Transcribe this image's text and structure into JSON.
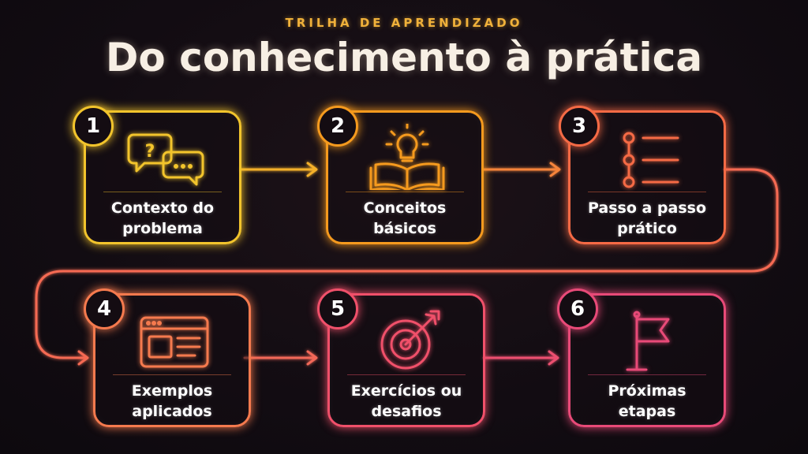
{
  "header": {
    "eyebrow": "TRILHA DE APRENDIZADO",
    "title": "Do conhecimento à prática"
  },
  "steps": [
    {
      "number": "1",
      "label": "Contexto do\nproblema",
      "icon": "chat-question-icon",
      "color": "#f2c42c"
    },
    {
      "number": "2",
      "label": "Conceitos\nbásicos",
      "icon": "lightbulb-book-icon",
      "color": "#f59a1e"
    },
    {
      "number": "3",
      "label": "Passo a passo\nprático",
      "icon": "step-list-icon",
      "color": "#f56a45"
    },
    {
      "number": "4",
      "label": "Exemplos\naplicados",
      "icon": "browser-window-icon",
      "color": "#f57a4e"
    },
    {
      "number": "5",
      "label": "Exercícios ou\ndesafios",
      "icon": "target-arrow-icon",
      "color": "#f0506a"
    },
    {
      "number": "6",
      "label": "Próximas\netapas",
      "icon": "flag-icon",
      "color": "#e84a78"
    }
  ]
}
